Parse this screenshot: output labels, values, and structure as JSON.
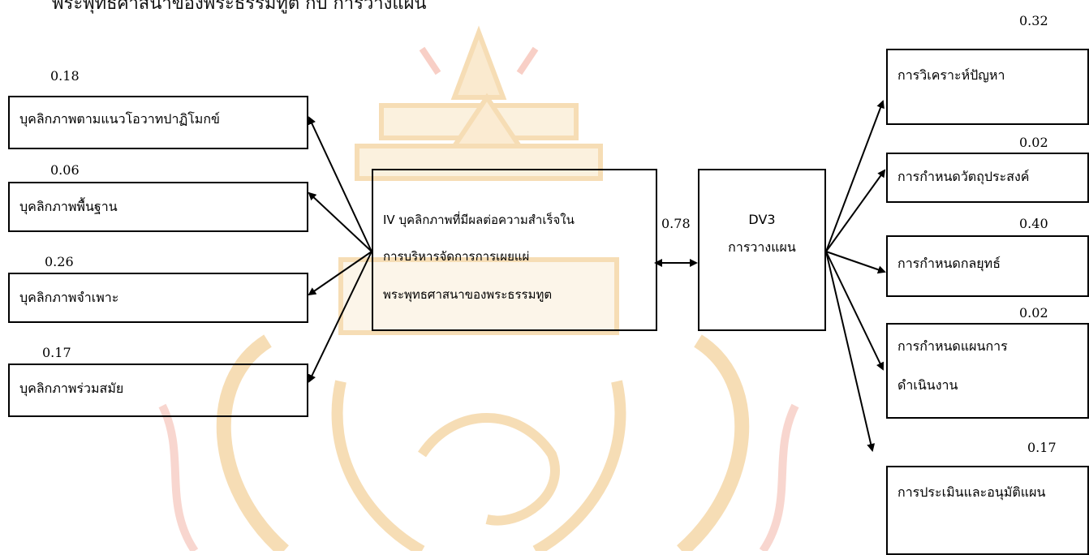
{
  "title": "พระพุทธศาสนาของพระธรรมทูต กับ การวางแผน",
  "left_boxes": [
    {
      "label": "บุคลิกภาพตามแนวโอวาทปาฏิโมกข์",
      "value": "0.18"
    },
    {
      "label": "บุคลิกภาพพื้นฐาน",
      "value": "0.06"
    },
    {
      "label": "บุคลิกภาพจำเพาะ",
      "value": "0.26"
    },
    {
      "label": "บุคลิกภาพร่วมสมัย",
      "value": "0.17"
    }
  ],
  "center_box": {
    "line1": "IV บุคลิกภาพที่มีผลต่อความสำเร็จใน",
    "line2": "การบริหารจัดการการเผยแผ่",
    "line3": "พระพุทธศาสนาของพระธรรมทูต"
  },
  "link_value": "0.78",
  "dv_box": {
    "line1": "DV3",
    "line2": "การวางแผน"
  },
  "right_boxes": [
    {
      "line1": "การวิเคราะห์ปัญหา",
      "line2": "",
      "value": "0.32"
    },
    {
      "line1": "การกำหนดวัตถุประสงค์",
      "line2": "",
      "value": "0.02"
    },
    {
      "line1": "การกำหนดกลยุทธ์",
      "line2": "",
      "value": "0.40"
    },
    {
      "line1": "การกำหนดแผนการ",
      "line2": "ดำเนินงาน",
      "value": "0.02"
    },
    {
      "line1": "การประเมินและอนุมัติแผน",
      "line2": "",
      "value": "0.17"
    }
  ],
  "colors": {
    "watermark": "#f3c98a",
    "watermark_red": "#f2b2a6"
  }
}
